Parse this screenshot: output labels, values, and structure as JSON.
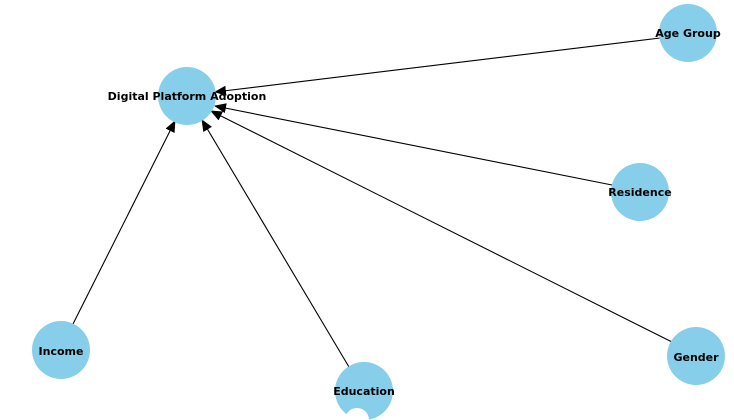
{
  "diagram": {
    "colors": {
      "node_fill": "#87CEEB",
      "edge": "#000000",
      "label": "#000000"
    },
    "nodes": {
      "target": "Digital Platform Adoption",
      "age_group": "Age Group",
      "residence": "Residence",
      "income": "Income",
      "education": "Education",
      "gender": "Gender"
    },
    "edges": [
      {
        "from": "Age Group",
        "to": "Digital Platform Adoption"
      },
      {
        "from": "Residence",
        "to": "Digital Platform Adoption"
      },
      {
        "from": "Gender",
        "to": "Digital Platform Adoption"
      },
      {
        "from": "Education",
        "to": "Digital Platform Adoption"
      },
      {
        "from": "Income",
        "to": "Digital Platform Adoption"
      }
    ]
  }
}
